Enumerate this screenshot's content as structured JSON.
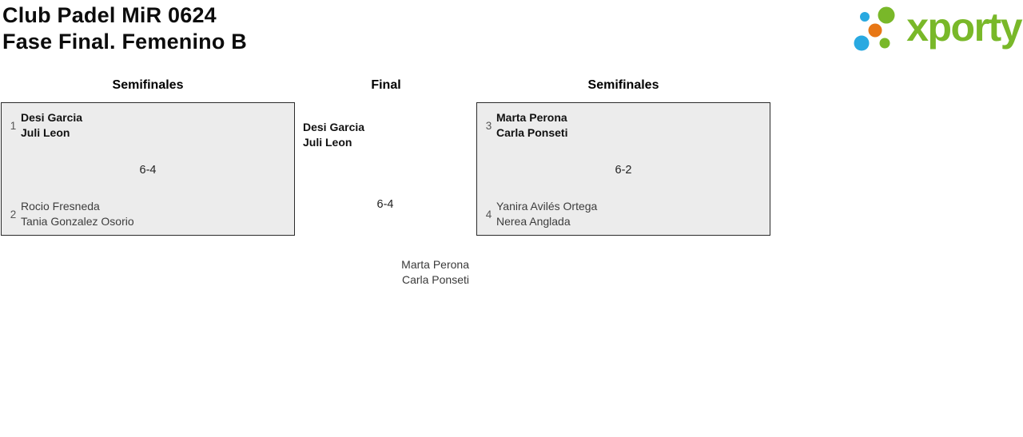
{
  "page": {
    "title_line1": "Club Padel MiR 0624",
    "title_line2": "Fase Final. Femenino B"
  },
  "logo": {
    "wordmark": "xporty",
    "colors": {
      "green": "#79b829",
      "blue": "#29a9e1",
      "orange": "#e87715"
    }
  },
  "bracket": {
    "round_headers": [
      {
        "label": "Semifinales"
      },
      {
        "label": "Final"
      },
      {
        "label": "Semifinales"
      }
    ],
    "semifinal_left": {
      "team1": {
        "seed": "1",
        "players": [
          "Desi Garcia",
          "Juli Leon"
        ]
      },
      "score": "6-4",
      "team2": {
        "seed": "2",
        "players": [
          "Rocio Fresneda",
          "Tania Gonzalez Osorio"
        ]
      }
    },
    "final": {
      "team1": {
        "players": [
          "Desi Garcia",
          "Juli Leon"
        ]
      },
      "score": "6-4",
      "team2": {
        "players": [
          "Marta Perona",
          "Carla Ponseti"
        ]
      }
    },
    "semifinal_right": {
      "team1": {
        "seed": "3",
        "players": [
          "Marta Perona",
          "Carla Ponseti"
        ]
      },
      "score": "6-2",
      "team2": {
        "seed": "4",
        "players": [
          "Yanira Avilés Ortega",
          "Nerea Anglada"
        ]
      }
    }
  }
}
